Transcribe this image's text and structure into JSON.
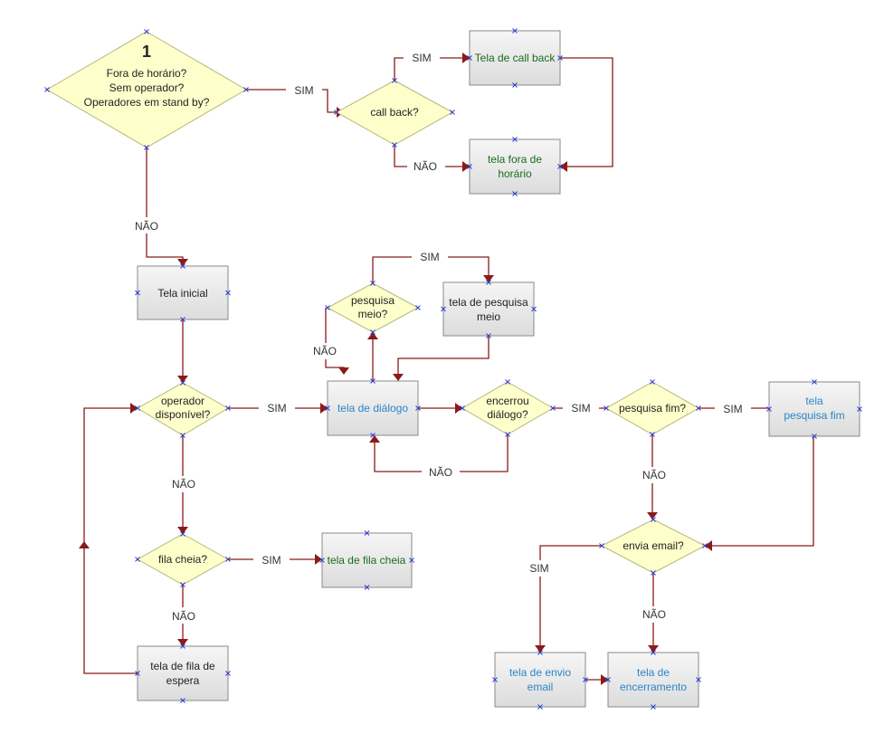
{
  "colors": {
    "edge": "#8b1a1a",
    "decision_fill": "#ffffcc",
    "process_fill": "#ececec",
    "text_green": "#1a6d1a",
    "text_blue": "#2a86c8",
    "port": "#2b3bd6"
  },
  "decisions": {
    "d1": {
      "number": "1",
      "lines": [
        "Fora de horário?",
        "Sem operador?",
        "Operadores em stand by?"
      ]
    },
    "callback": {
      "lines": [
        "call back?"
      ]
    },
    "operador": {
      "lines": [
        "operador",
        "disponível?"
      ]
    },
    "fila": {
      "lines": [
        "fila cheia?"
      ]
    },
    "pesquisa_meio": {
      "lines": [
        "pesquisa",
        "meio?"
      ]
    },
    "encerrou": {
      "lines": [
        "encerrou",
        "diálogo?"
      ]
    },
    "pesquisa_fim": {
      "lines": [
        "pesquisa fim?"
      ]
    },
    "envia_email": {
      "lines": [
        "envia email?"
      ]
    }
  },
  "processes": {
    "tela_callback": {
      "lines": [
        "Tela de call back"
      ]
    },
    "tela_fora": {
      "lines": [
        "tela fora de",
        "horário"
      ]
    },
    "tela_inicial": {
      "lines": [
        "Tela inicial"
      ]
    },
    "tela_fila_espera": {
      "lines": [
        "tela de fila de",
        "espera"
      ]
    },
    "tela_fila_cheia": {
      "lines": [
        "tela de fila cheia"
      ]
    },
    "tela_pesquisa_meio": {
      "lines": [
        "tela de pesquisa",
        "meio"
      ]
    },
    "tela_dialogo": {
      "lines": [
        "tela de diálogo"
      ]
    },
    "tela_pesquisa_fim": {
      "lines": [
        "tela",
        "pesquisa fim"
      ]
    },
    "tela_envio_email": {
      "lines": [
        "tela de envio",
        "email"
      ]
    },
    "tela_encerramento": {
      "lines": [
        "tela de",
        "encerramento"
      ]
    }
  },
  "edge_labels": {
    "d1_sim": "SIM",
    "d1_nao": "NÃO",
    "callback_sim": "SIM",
    "callback_nao": "NÃO",
    "pesquisa_meio_sim": "SIM",
    "pesquisa_meio_nao": "NÃO",
    "operador_sim": "SIM",
    "operador_nao": "NÃO",
    "encerrou_sim": "SIM",
    "encerrou_nao": "NÃO",
    "pesquisa_fim_sim": "SIM",
    "pesquisa_fim_nao": "NÃO",
    "fila_sim": "SIM",
    "fila_nao": "NÃO",
    "envia_email_sim": "SIM",
    "envia_email_nao": "NÃO"
  }
}
